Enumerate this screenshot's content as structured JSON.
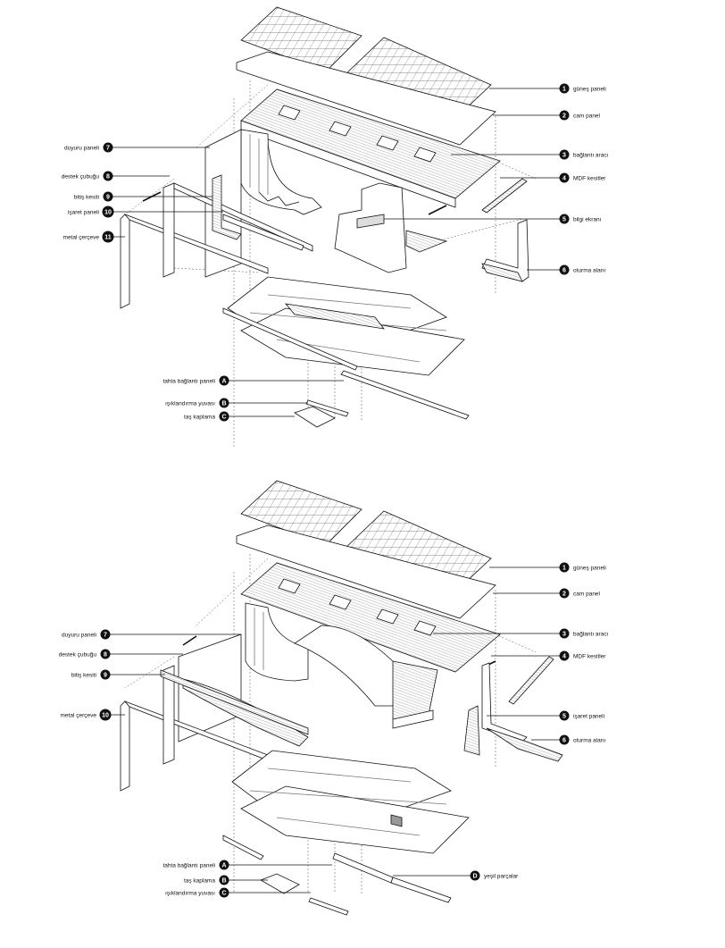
{
  "diagrams": [
    {
      "callouts": [
        {
          "badge": "1",
          "label": "güneş paneli",
          "side": "right"
        },
        {
          "badge": "2",
          "label": "cam panel",
          "side": "right"
        },
        {
          "badge": "3",
          "label": "bağlantı aracı",
          "side": "right"
        },
        {
          "badge": "4",
          "label": "MDF kesitler",
          "side": "right"
        },
        {
          "badge": "5",
          "label": "bilgi ekranı",
          "side": "right"
        },
        {
          "badge": "6",
          "label": "oturma alanı",
          "side": "right"
        },
        {
          "badge": "7",
          "label": "duyuru paneli",
          "side": "left"
        },
        {
          "badge": "8",
          "label": "destek çubuğu",
          "side": "left"
        },
        {
          "badge": "9",
          "label": "bitiş kesiti",
          "side": "left"
        },
        {
          "badge": "10",
          "label": "işaret paneli",
          "side": "left"
        },
        {
          "badge": "11",
          "label": "metal çerçeve",
          "side": "left"
        },
        {
          "badge": "A",
          "label": "tahta bağlantı paneli",
          "side": "left"
        },
        {
          "badge": "B",
          "label": "ışıklandırma yuvası",
          "side": "left"
        },
        {
          "badge": "C",
          "label": "taş kaplama",
          "side": "left"
        }
      ]
    },
    {
      "callouts": [
        {
          "badge": "1",
          "label": "güneş paneli",
          "side": "right"
        },
        {
          "badge": "2",
          "label": "cam panel",
          "side": "right"
        },
        {
          "badge": "3",
          "label": "bağlantı aracı",
          "side": "right"
        },
        {
          "badge": "4",
          "label": "MDF kesitler",
          "side": "right"
        },
        {
          "badge": "5",
          "label": "işaret paneli",
          "side": "right"
        },
        {
          "badge": "6",
          "label": "oturma alanı",
          "side": "right"
        },
        {
          "badge": "7",
          "label": "duyuru paneli",
          "side": "left"
        },
        {
          "badge": "8",
          "label": "destek çubuğu",
          "side": "left"
        },
        {
          "badge": "9",
          "label": "bitiş kesiti",
          "side": "left"
        },
        {
          "badge": "10",
          "label": "metal çerçeve",
          "side": "left"
        },
        {
          "badge": "A",
          "label": "tahta bağlantı paneli",
          "side": "left"
        },
        {
          "badge": "B",
          "label": "taş kaplama",
          "side": "left"
        },
        {
          "badge": "C",
          "label": "ışıklandırma yuvası",
          "side": "left"
        },
        {
          "badge": "D",
          "label": "yeşil parçalar",
          "side": "right"
        }
      ]
    }
  ],
  "colors": {
    "ink": "#111111",
    "paper": "#ffffff",
    "hatch": "#9a9a9a",
    "shade": "#c8c8c8"
  }
}
